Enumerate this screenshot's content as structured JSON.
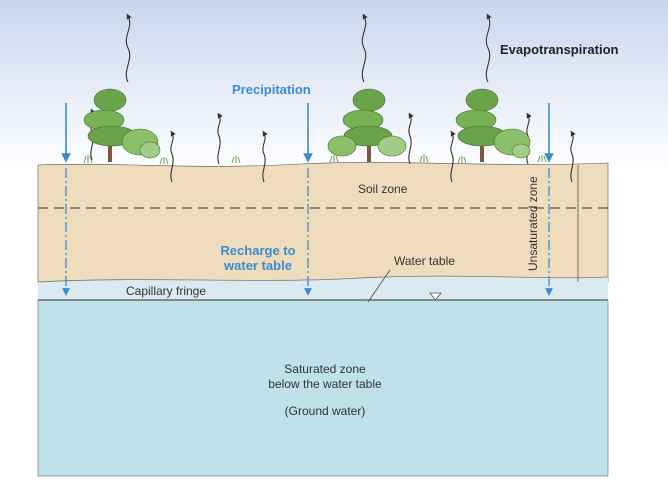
{
  "labels": {
    "evapotranspiration": "Evapotranspiration",
    "precipitation": "Precipitation",
    "soil_zone": "Soil zone",
    "unsaturated_zone": "Unsaturated zone",
    "recharge_line1": "Recharge to",
    "recharge_line2": "water table",
    "water_table": "Water table",
    "capillary_fringe": "Capillary fringe",
    "saturated_line1": "Saturated zone",
    "saturated_line2": "below the water table",
    "ground_water": "(Ground water)"
  },
  "colors": {
    "sky_top": "#c9d6ee",
    "sky_bottom": "#ffffff",
    "soil": "#efdcbd",
    "capillary": "#dbeaf1",
    "saturated": "#bfe1ea",
    "arrow_blue": "#3d8bcf",
    "tree_green": "#6aa34a",
    "outline": "#444444"
  }
}
